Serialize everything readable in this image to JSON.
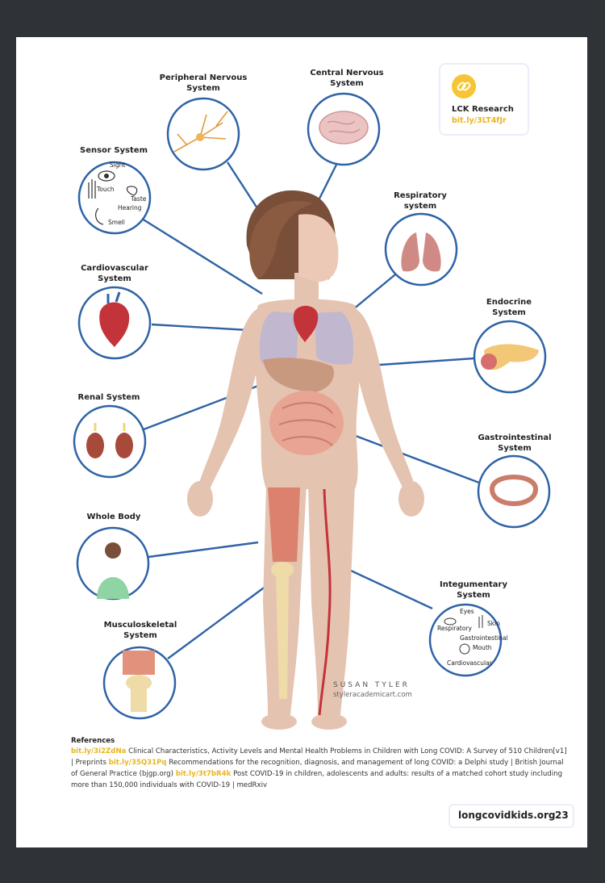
{
  "labels": {
    "peripheral": [
      "Peripheral Nervous",
      "System"
    ],
    "central": [
      "Central Nervous",
      "System"
    ],
    "sensor": [
      "Sensor System"
    ],
    "respiratory": [
      "Respiratory",
      "system"
    ],
    "cardio": [
      "Cardiovascular",
      "System"
    ],
    "endocrine": [
      "Endocrine",
      "System"
    ],
    "renal": [
      "Renal System"
    ],
    "gastro": [
      "Gastrointestinal",
      "System"
    ],
    "whole": [
      "Whole Body"
    ],
    "integ": [
      "Integumentary",
      "System"
    ],
    "musculo": [
      "Musculoskeletal",
      "System"
    ]
  },
  "sensor_items": [
    "Sight",
    "Touch",
    "Taste",
    "Hearing",
    "Smell"
  ],
  "integ_items": [
    "Eyes",
    "Skin",
    "Respiratory",
    "Gastrointestinal",
    "Mouth",
    "Cardiovascular"
  ],
  "lck": {
    "title": "LCK Research",
    "link": "bit.ly/3LT4fJr"
  },
  "credit": {
    "name": "SUSAN TYLER",
    "site": "styleracademicart.com"
  },
  "references": {
    "heading": "References",
    "link1": "bit.ly/3i2ZdNa",
    "text1": " Clinical Characteristics, Activity Levels and Mental Health Problems in Children with Long COVID: A Survey of 510 Children[v1] | Preprints ",
    "link2": "bit.ly/35Q31Pq",
    "text2": " Recommendations for the recognition, diagnosis, and management of long COVID: a Delphi study | British Journal of General Practice (bjgp.org) ",
    "link3": "bit.ly/3t7bR4k",
    "text3": " Post COVID-19 in children, adolescents and adults: results of a matched cohort study including more than 150,000 individuals with COVID-19 | medRxiv"
  },
  "footer": {
    "site": "longcovidkids.org",
    "page": "23"
  },
  "colors": {
    "ring": "#2f63a6",
    "accent": "#e8b51f",
    "skin": "#e5c3b1"
  }
}
